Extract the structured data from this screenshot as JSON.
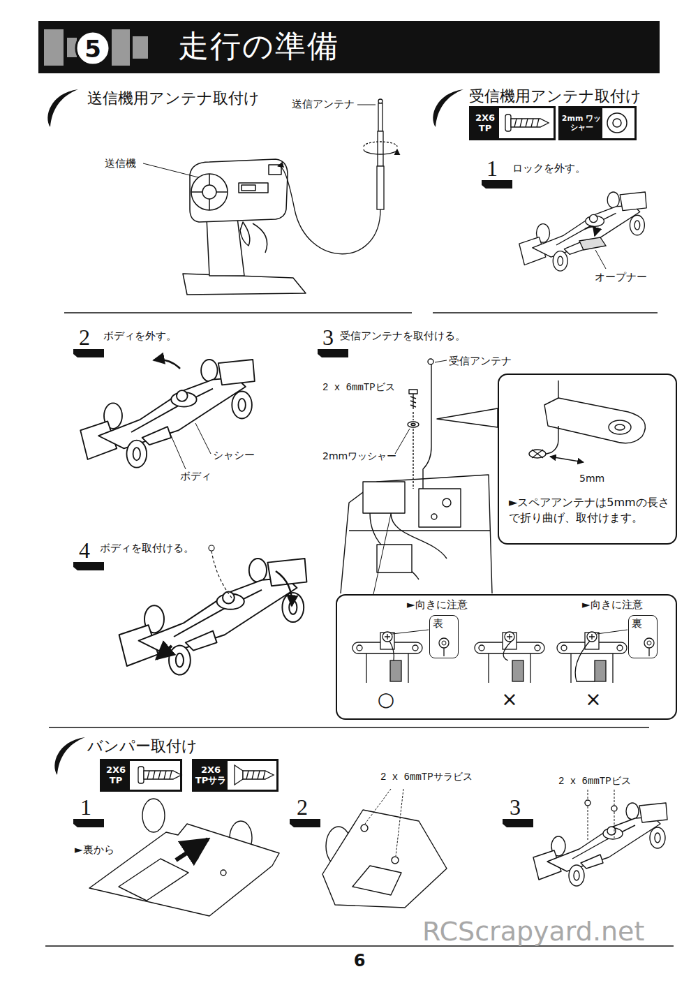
{
  "diagram": {
    "title": "走行の準備",
    "nodes": [
      {
        "text": [
          "2X6 TP"
        ]
      },
      {
        "text": [
          "2mm ワッシャー"
        ]
      },
      {
        "text": [
          "5mm",
          "►スペアアンテナは5mmの長さで折り曲げ、取付けます。"
        ]
      },
      {
        "text": [
          "►向きに注意",
          "►向きに注意",
          "○",
          "×",
          "×"
        ]
      },
      {
        "text": [
          "表"
        ],
        "in": 3
      },
      {
        "text": [
          "裏"
        ],
        "in": 3
      },
      {
        "text": [
          "2X6 TP"
        ]
      },
      {
        "text": [
          "2X6 TPサラ"
        ]
      }
    ],
    "labels": [
      "5",
      "送信機用アンテナ取付け",
      "送信アンテナ",
      "送信機",
      "受信機用アンテナ取付け",
      "1",
      "ロックを外す。",
      "オープナー",
      "2",
      "ボディを外す。",
      "シャシー",
      "ボディ",
      "3",
      "受信アンテナを取付ける。",
      "受信アンテナ",
      "2 x 6mmTPビス",
      "2mmワッシャー",
      "4",
      "ボディを取付ける。",
      "バンパー取付け",
      "1",
      "►裏から",
      "2",
      "2 x 6mmTPサラビス",
      "3",
      "2 x 6mmTPビス",
      "RCScrapyard.net",
      "6"
    ]
  }
}
